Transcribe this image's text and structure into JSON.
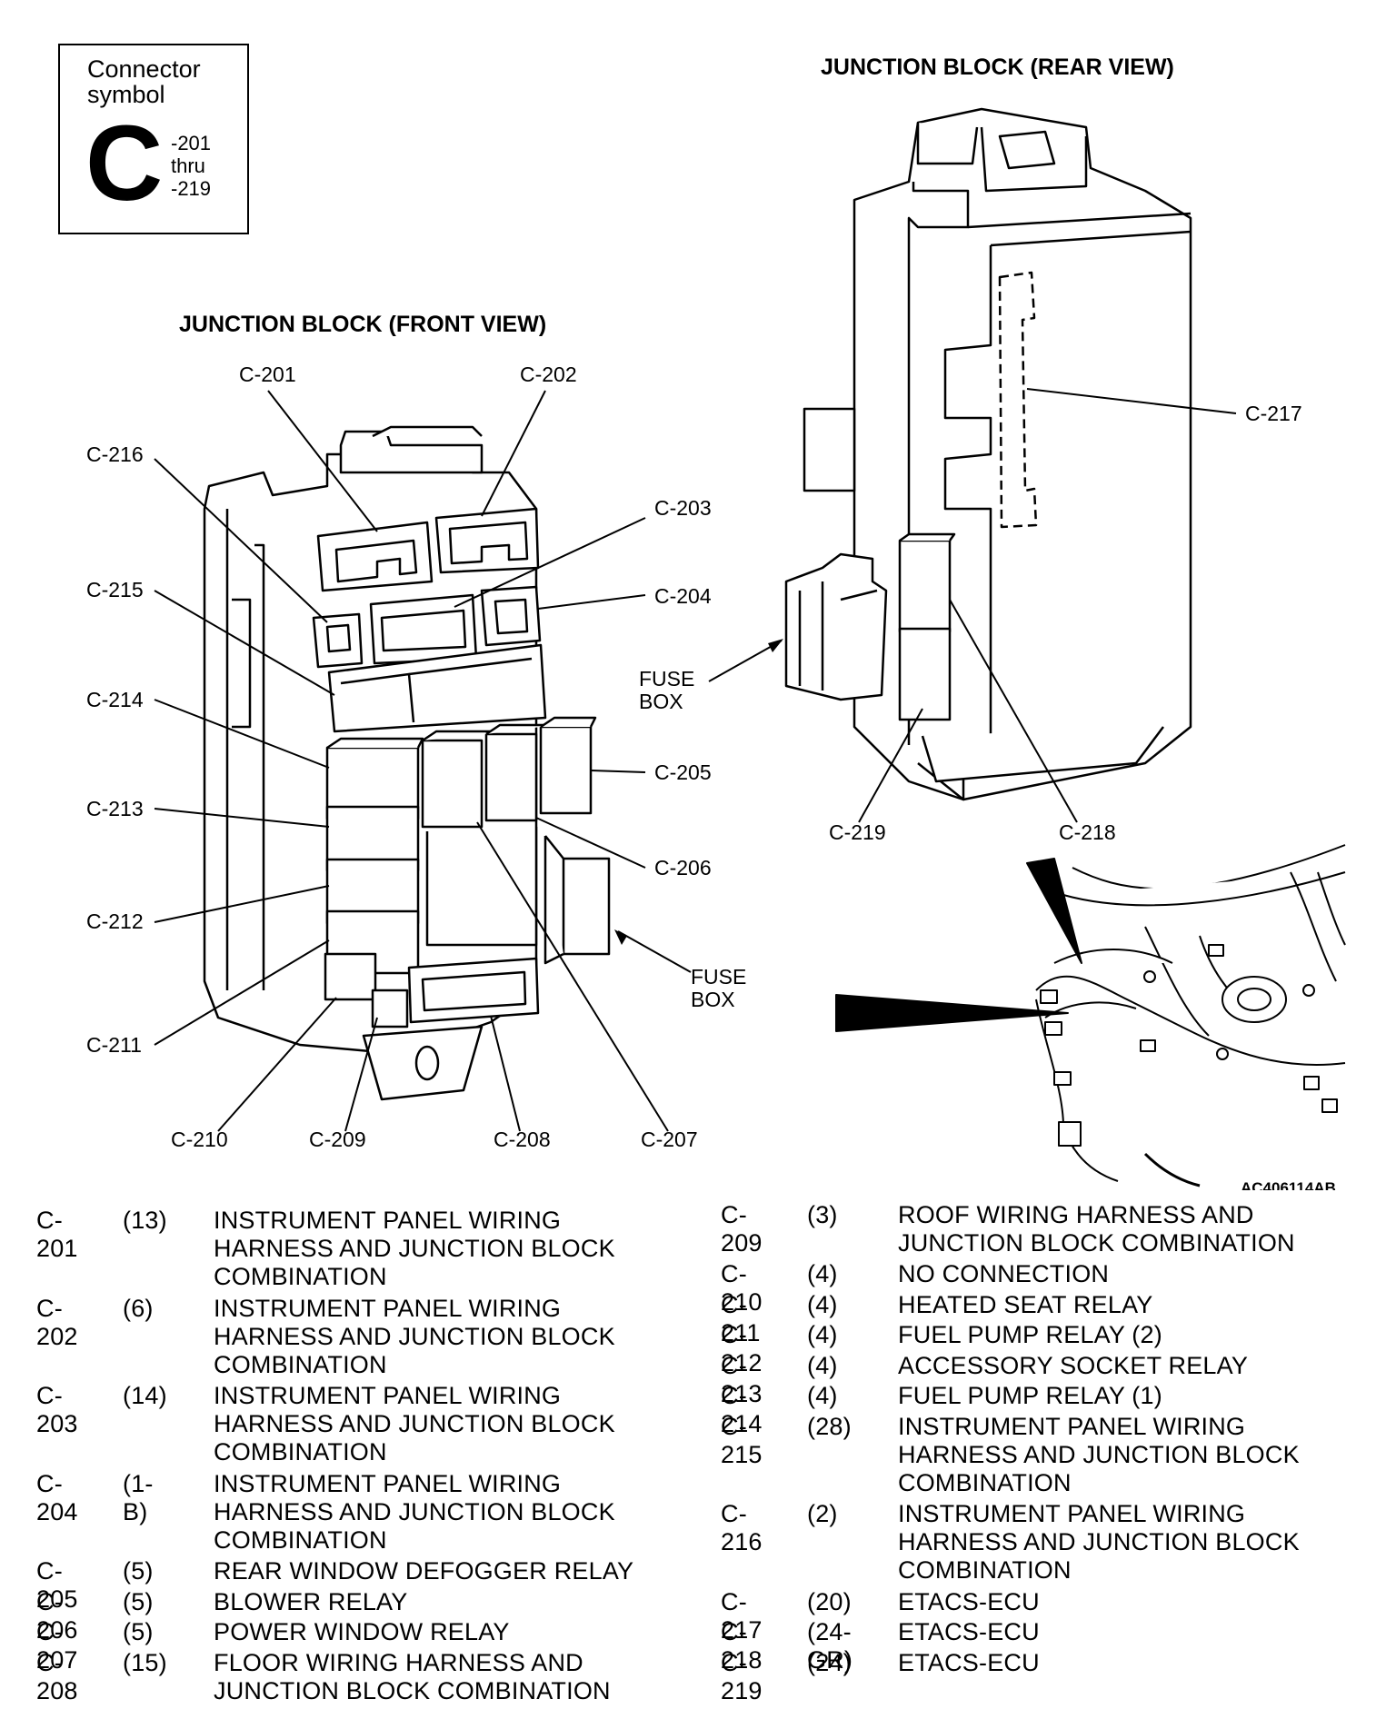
{
  "symbol": {
    "title_line1": "Connector",
    "title_line2": "symbol",
    "letter": "C",
    "range_line1": "-201",
    "range_line2": "thru",
    "range_line3": "-219"
  },
  "titles": {
    "rear": "JUNCTION BLOCK (REAR VIEW)",
    "front": "JUNCTION BLOCK (FRONT VIEW)"
  },
  "callouts": {
    "c201": "C-201",
    "c202": "C-202",
    "c203": "C-203",
    "c204": "C-204",
    "c205": "C-205",
    "c206": "C-206",
    "c207": "C-207",
    "c208": "C-208",
    "c209": "C-209",
    "c210": "C-210",
    "c211": "C-211",
    "c212": "C-212",
    "c213": "C-213",
    "c214": "C-214",
    "c215": "C-215",
    "c216": "C-216",
    "c217": "C-217",
    "c218": "C-218",
    "c219": "C-219",
    "fuse_line1": "FUSE",
    "fuse_line2": "BOX"
  },
  "figure_code": "AC406114AB",
  "legend_left": [
    {
      "id": "C-201",
      "pins": "(13)",
      "desc": [
        "INSTRUMENT PANEL WIRING",
        "HARNESS AND JUNCTION BLOCK",
        "COMBINATION"
      ]
    },
    {
      "id": "C-202",
      "pins": "(6)",
      "desc": [
        "INSTRUMENT PANEL WIRING",
        "HARNESS AND JUNCTION BLOCK",
        "COMBINATION"
      ]
    },
    {
      "id": "C-203",
      "pins": "(14)",
      "desc": [
        "INSTRUMENT PANEL WIRING",
        "HARNESS AND JUNCTION BLOCK",
        "COMBINATION"
      ]
    },
    {
      "id": "C-204",
      "pins": "(1-B)",
      "desc": [
        "INSTRUMENT PANEL WIRING",
        "HARNESS AND JUNCTION BLOCK",
        "COMBINATION"
      ]
    },
    {
      "id": "C-205",
      "pins": "(5)",
      "desc": [
        "REAR WINDOW DEFOGGER RELAY"
      ]
    },
    {
      "id": "C-206",
      "pins": "(5)",
      "desc": [
        "BLOWER RELAY"
      ]
    },
    {
      "id": "C-207",
      "pins": "(5)",
      "desc": [
        "POWER WINDOW RELAY"
      ]
    },
    {
      "id": "C-208",
      "pins": "(15)",
      "desc": [
        "FLOOR WIRING HARNESS AND",
        "JUNCTION BLOCK COMBINATION"
      ]
    }
  ],
  "legend_right": [
    {
      "id": "C-209",
      "pins": "(3)",
      "desc": [
        "ROOF WIRING HARNESS AND",
        "JUNCTION BLOCK COMBINATION"
      ]
    },
    {
      "id": "C-210",
      "pins": "(4)",
      "desc": [
        "NO CONNECTION"
      ]
    },
    {
      "id": "C-211",
      "pins": "(4)",
      "desc": [
        "HEATED SEAT RELAY"
      ]
    },
    {
      "id": "C-212",
      "pins": "(4)",
      "desc": [
        "FUEL PUMP RELAY (2)"
      ]
    },
    {
      "id": "C-213",
      "pins": "(4)",
      "desc": [
        "ACCESSORY SOCKET RELAY"
      ]
    },
    {
      "id": "C-214",
      "pins": "(4)",
      "desc": [
        "FUEL PUMP RELAY (1)"
      ]
    },
    {
      "id": "C-215",
      "pins": "(28)",
      "desc": [
        "INSTRUMENT PANEL WIRING",
        "HARNESS AND JUNCTION BLOCK",
        "COMBINATION"
      ]
    },
    {
      "id": "C-216",
      "pins": "(2)",
      "desc": [
        "INSTRUMENT PANEL WIRING",
        "HARNESS AND JUNCTION BLOCK",
        "COMBINATION"
      ]
    },
    {
      "id": "C-217",
      "pins": "(20)",
      "desc": [
        "ETACS-ECU"
      ]
    },
    {
      "id": "C-218",
      "pins": "(24-GR)",
      "desc": [
        "ETACS-ECU"
      ]
    },
    {
      "id": "C-219",
      "pins": "(24)",
      "desc": [
        "ETACS-ECU"
      ]
    }
  ]
}
